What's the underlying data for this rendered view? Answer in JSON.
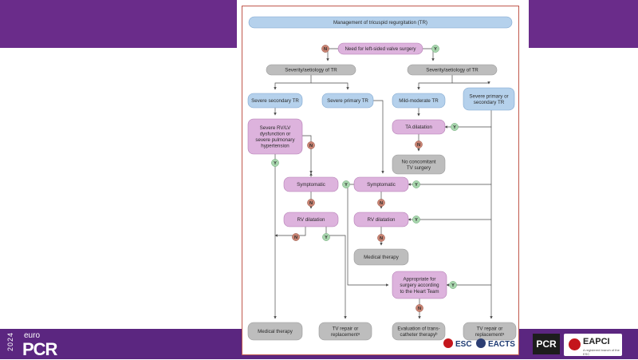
{
  "footer": {
    "brand_year": "2024",
    "brand_prefix": "euro",
    "brand_name": "PCR",
    "pcr_logo": "PCR",
    "eapci_logo": "EAPCI",
    "eapci_sub": "A registered branch of the ESC",
    "esc_logo": "ESC",
    "eacts_logo": "EACTS"
  },
  "diagram": {
    "colors": {
      "blue": "#b5d1ec",
      "purple": "#ddb3dd",
      "grey": "#bdbdbd",
      "no": "#c98372",
      "yes": "#a8d6ae",
      "line": "#4a4a4a"
    },
    "nodes": [
      {
        "id": "title",
        "label": [
          "Management of tricuspid regurgitation (TR)"
        ],
        "style": "blue"
      },
      {
        "id": "need",
        "label": [
          "Need for left-sided valve surgery"
        ],
        "style": "purple"
      },
      {
        "id": "sev_left",
        "label": [
          "Severity/aetiology of TR"
        ],
        "style": "grey"
      },
      {
        "id": "sev_right",
        "label": [
          "Severity/aetiology of TR"
        ],
        "style": "grey"
      },
      {
        "id": "sev_sec",
        "label": [
          "Severe secondary TR"
        ],
        "style": "blue"
      },
      {
        "id": "sev_prim",
        "label": [
          "Severe primary TR"
        ],
        "style": "blue"
      },
      {
        "id": "mild",
        "label": [
          "Mild-moderate TR"
        ],
        "style": "blue"
      },
      {
        "id": "sev_prim_sec",
        "label": [
          "Severe primary or",
          "secondary TR"
        ],
        "style": "blue"
      },
      {
        "id": "rvlv",
        "label": [
          "Severe RV/LV",
          "dysfunction or",
          "severe pulmonary",
          "hypertension"
        ],
        "style": "purple"
      },
      {
        "id": "ta",
        "label": [
          "TA dilatation"
        ],
        "style": "purple"
      },
      {
        "id": "noconc",
        "label": [
          "No concomitant",
          "TV surgery"
        ],
        "style": "grey"
      },
      {
        "id": "symp_l",
        "label": [
          "Symptomatic"
        ],
        "style": "purple"
      },
      {
        "id": "symp_r",
        "label": [
          "Symptomatic"
        ],
        "style": "purple"
      },
      {
        "id": "rvd_l",
        "label": [
          "RV dilatation"
        ],
        "style": "purple"
      },
      {
        "id": "rvd_r",
        "label": [
          "RV dilatation"
        ],
        "style": "purple"
      },
      {
        "id": "medther_mid",
        "label": [
          "Medical therapy"
        ],
        "style": "grey"
      },
      {
        "id": "appr",
        "label": [
          "Appropriate for",
          "surgery according",
          "to the Heart Team"
        ],
        "style": "purple"
      },
      {
        "id": "med_final",
        "label": [
          "Medical therapy"
        ],
        "style": "grey"
      },
      {
        "id": "tv1",
        "label": [
          "TV repair or",
          "replacementᵃ"
        ],
        "style": "grey"
      },
      {
        "id": "eval",
        "label": [
          "Evaluation of trans-",
          "catheter therapyᵇ"
        ],
        "style": "grey"
      },
      {
        "id": "tv2",
        "label": [
          "TV repair or",
          "replacementᵃ"
        ],
        "style": "grey"
      }
    ],
    "yes_label": "Y",
    "no_label": "N"
  }
}
